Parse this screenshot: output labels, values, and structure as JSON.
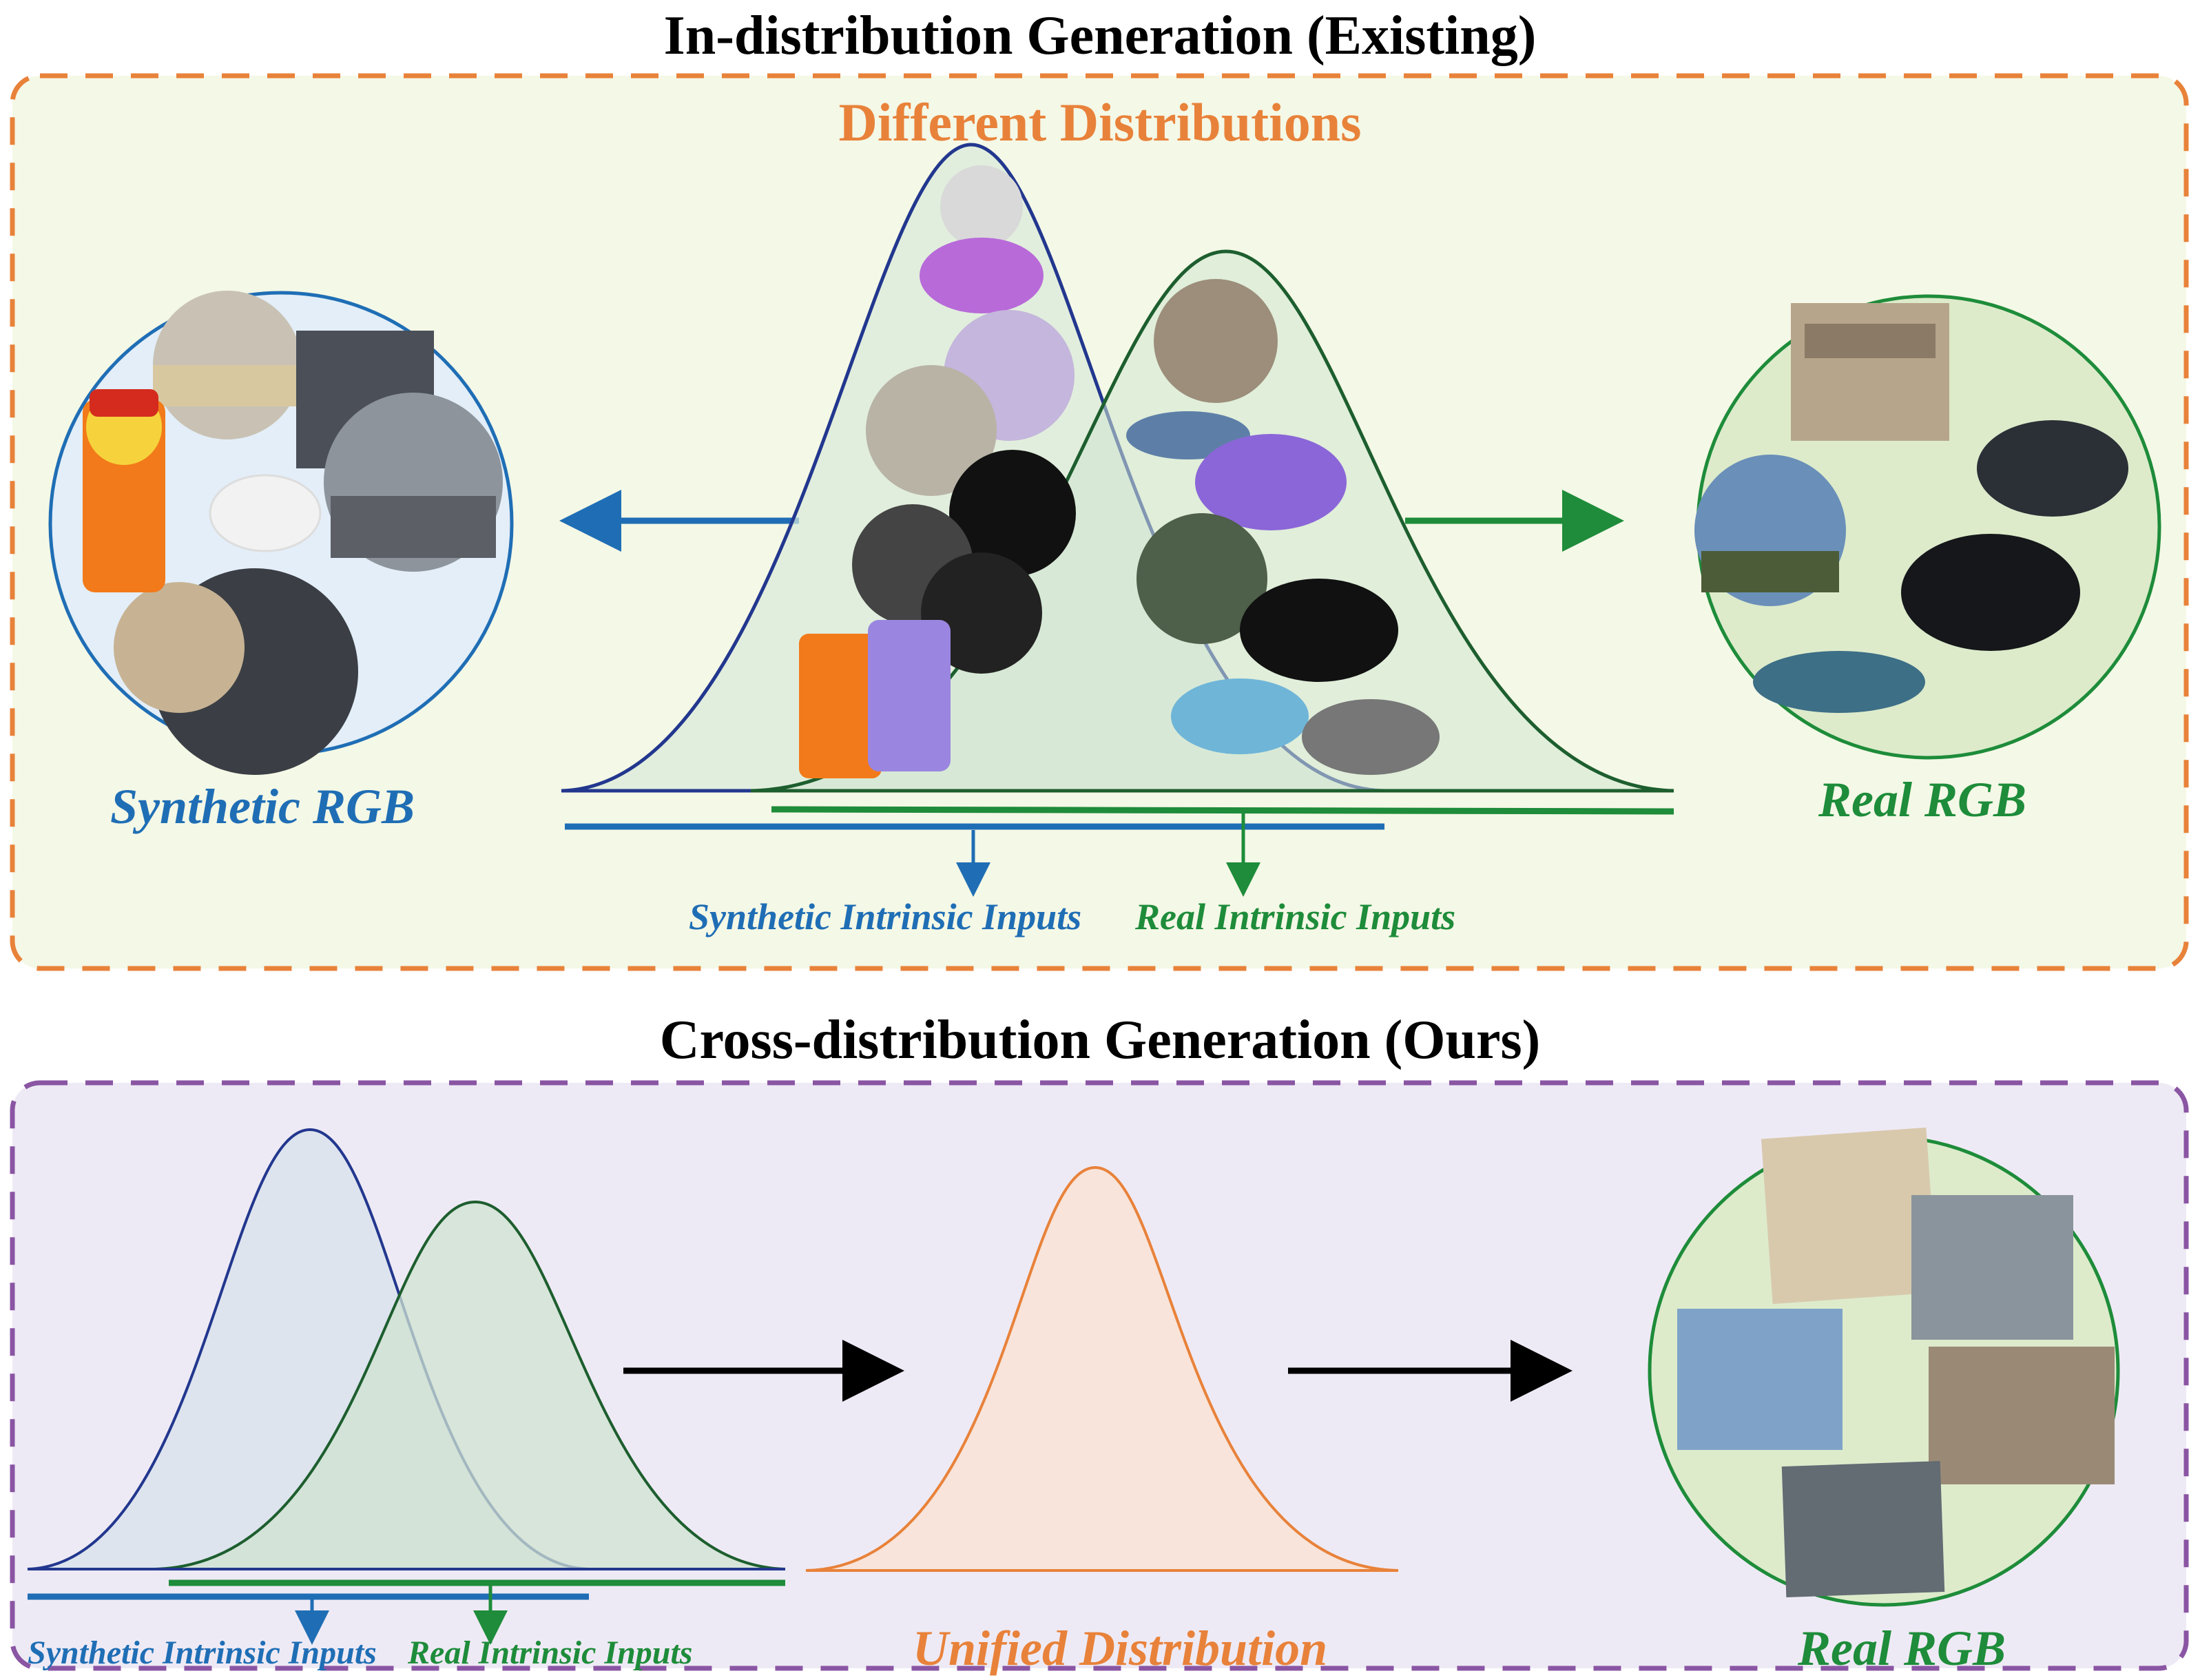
{
  "top": {
    "title": "In-distribution Generation (Existing)",
    "subtitle": "Different Distributions",
    "left_label": "Synthetic RGB",
    "right_label": "Real RGB",
    "synthetic_inputs_label": "Synthetic Intrinsic Inputs",
    "real_inputs_label": "Real Intrinsic Inputs"
  },
  "bottom": {
    "title": "Cross-distribution Generation (Ours)",
    "synthetic_inputs_label": "Synthetic Intrinsic Inputs",
    "real_inputs_label": "Real Intrinsic Inputs",
    "unified_label": "Unified Distribution",
    "right_label": "Real RGB"
  },
  "colors": {
    "synthetic_blue": "#1f6eb5",
    "real_green": "#1e8c3a",
    "orange": "#e8823a",
    "purple": "#8a55a3",
    "top_panel_bg": "#f4f8e6",
    "bottom_panel_bg": "#eeeaf5"
  },
  "icons": {
    "thumbnails": [
      "lego-figure-icon",
      "teapot-icon",
      "building-icon",
      "street-scene-icon",
      "car-icon",
      "cow-icon",
      "moai-statues-icon"
    ]
  }
}
